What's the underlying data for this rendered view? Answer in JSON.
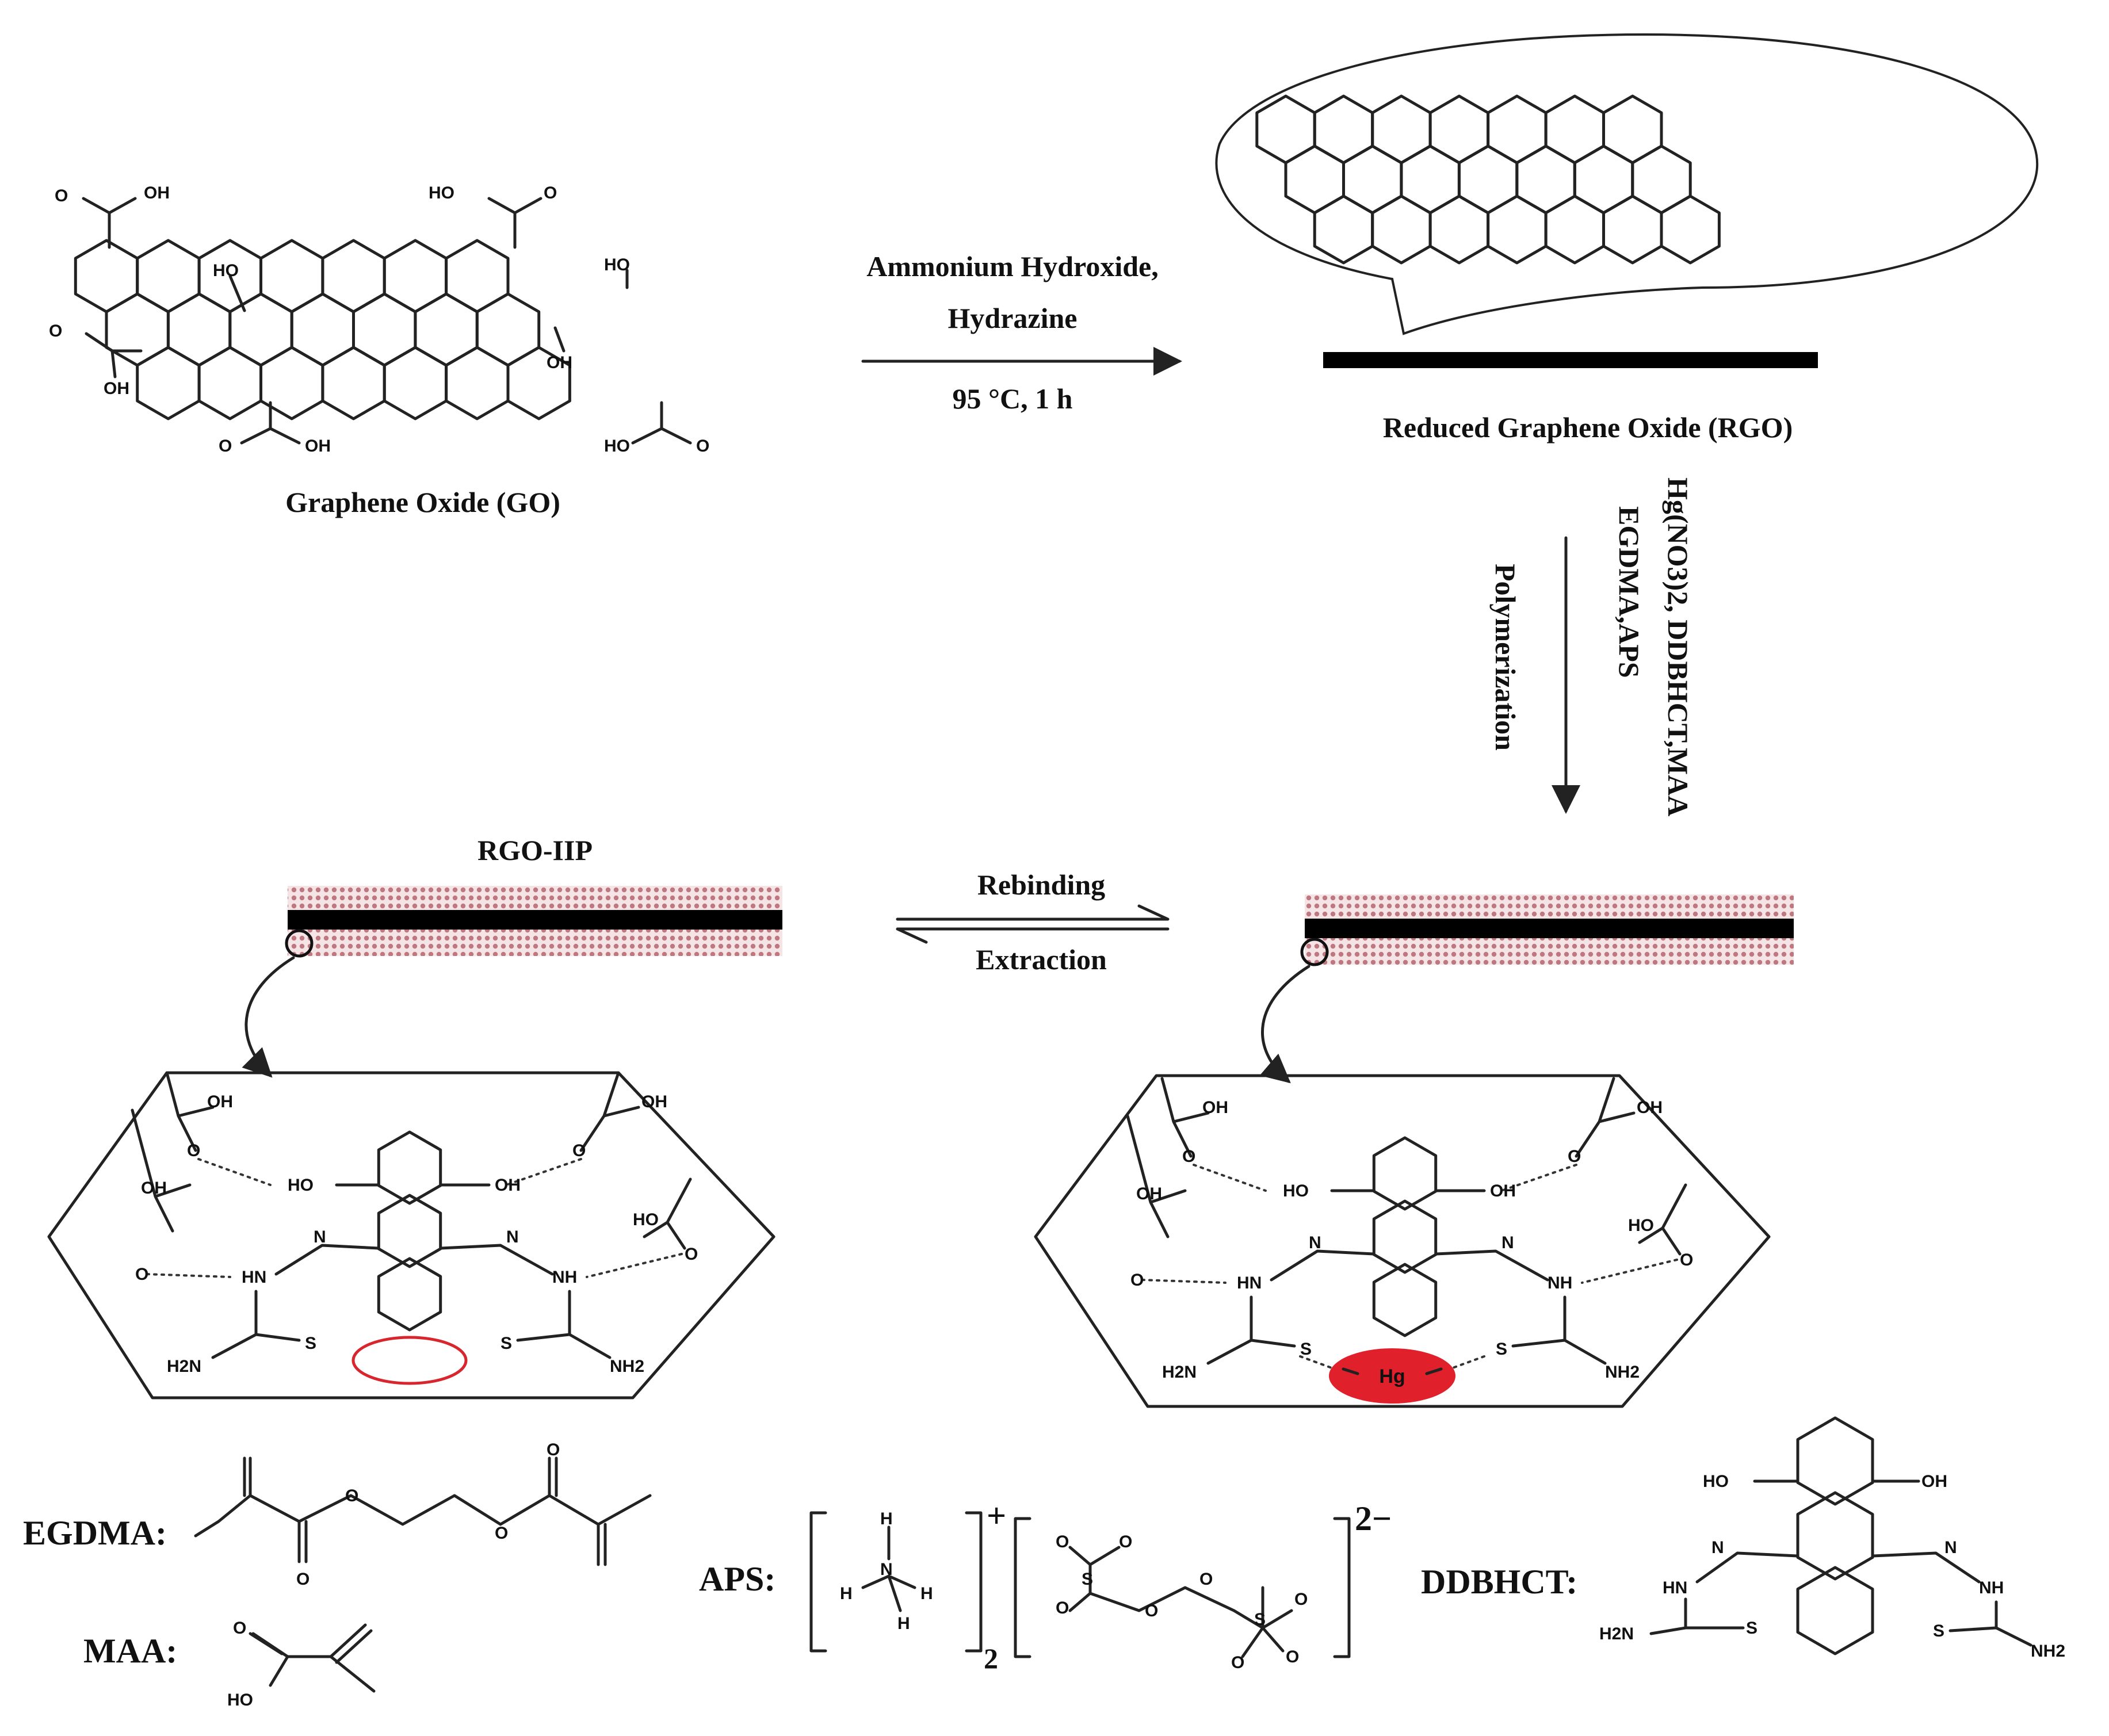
{
  "labels": {
    "go": "Graphene Oxide (GO)",
    "rgo": "Reduced Graphene Oxide (RGO)",
    "reagent_1": "Ammonium Hydroxide,",
    "reagent_2": "Hydrazine",
    "condition": "95 °C, 1 h",
    "poly_1": "Hg(NO3)2, DDBHCT,MAA",
    "poly_2": "EGDMA,APS",
    "poly_3": "Polymerization",
    "rgo_iip": "RGO-IIP",
    "rebinding": "Rebinding",
    "extraction": "Extraction",
    "egdma": "EGDMA:",
    "maa": "MAA:",
    "aps": "APS:",
    "ddbhct": "DDBHCT:",
    "aps_plus": "+",
    "aps_sub": "2",
    "aps_charge": "2−",
    "hg": "Hg"
  },
  "atoms": {
    "oh": "OH",
    "ho": "HO",
    "o": "O",
    "s": "S",
    "n": "N",
    "h": "H",
    "hn": "HN",
    "nh": "NH",
    "h2n": "H2N",
    "nh2": "NH2"
  },
  "colors": {
    "hg_fill": "#e0202a",
    "cavity_outline": "#d8262e",
    "layer_dots": "#c07880"
  }
}
